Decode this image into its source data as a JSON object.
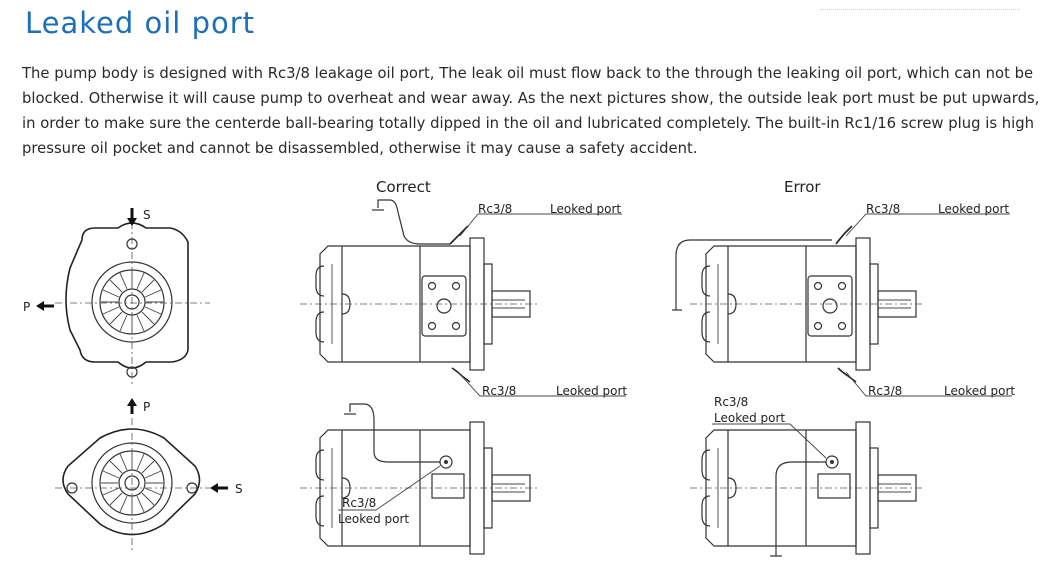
{
  "section": {
    "title": "Leaked oil port",
    "description": "The pump body is designed with Rc3/8 leakage oil port, The leak oil must flow back to the through the leaking oil port, which can not be blocked. Otherwise it will cause pump to overheat and wear away. As the next pictures show, the outside leak port must be put upwards, in order to make sure the centerde ball-bearing totally dipped in the oil and lubricated completely. The built-in  Rc1/16 screw plug is high pressure oil pocket and cannot be disassembled, otherwise it may cause a safety accident."
  },
  "figures": {
    "correct_heading": "Correct",
    "error_heading": "Error",
    "front_views": {
      "top": {
        "suction": "S",
        "pressure": "P"
      },
      "bottom": {
        "pressure": "P",
        "suction": "S"
      }
    },
    "correct_top": {
      "port_upper": "Rc3/8",
      "label_upper": "Leoked port",
      "port_lower": "Rc3/8",
      "label_lower": "Leoked port"
    },
    "error_top": {
      "port_upper": "Rc3/8",
      "label_upper": "Leoked port",
      "port_lower": "Rc3/8",
      "label_lower": "Leoked port"
    },
    "correct_bottom": {
      "port": "Rc3/8",
      "label": "Leoked port"
    },
    "error_bottom": {
      "port": "Rc3/8",
      "label": "Leoked port"
    }
  }
}
